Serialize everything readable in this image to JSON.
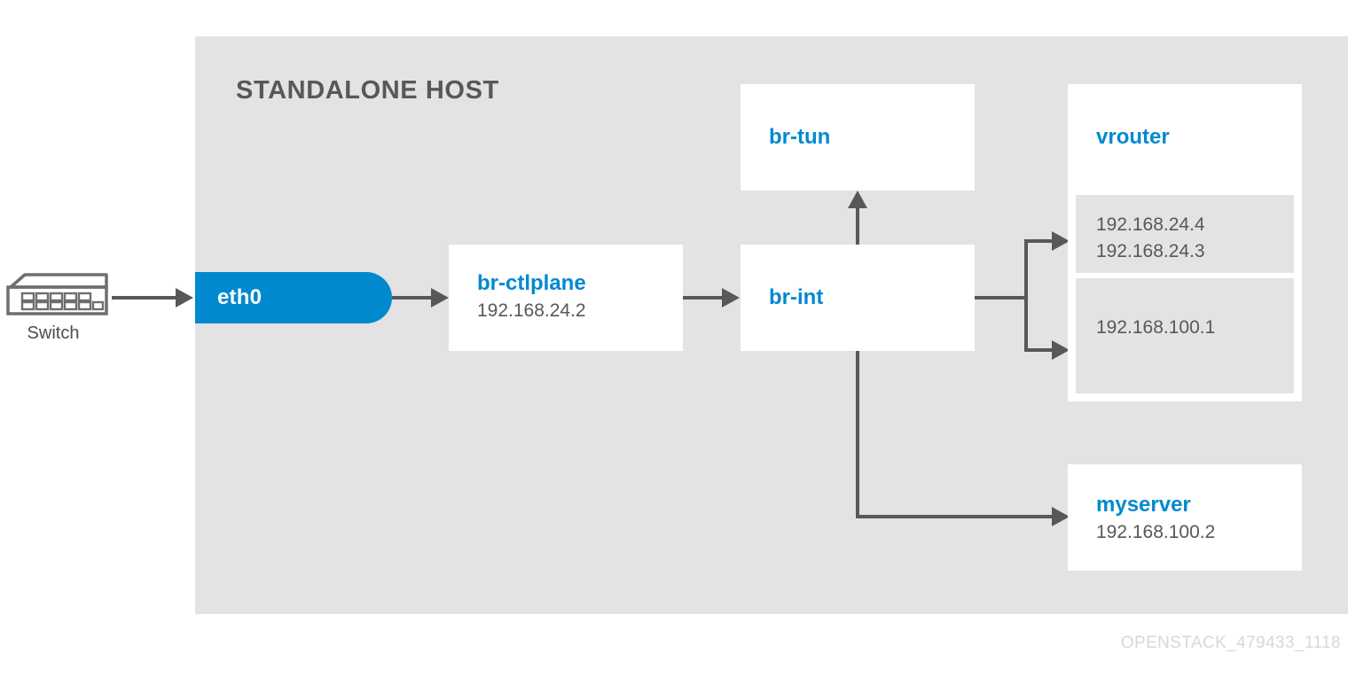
{
  "diagram": {
    "title": "STANDALONE HOST",
    "watermark": "OPENSTACK_479433_1118",
    "colors": {
      "panel_background": "#e3e3e3",
      "node_background": "#ffffff",
      "accent_blue": "#0089cf",
      "line_gray": "#58585a",
      "text_gray": "#58585a",
      "watermark_gray": "#d8d8d8",
      "page_background": "#ffffff"
    },
    "external": {
      "switch_label": "Switch",
      "switch_icon": "network-switch-icon"
    },
    "nodes": {
      "eth0": {
        "label": "eth0"
      },
      "br_ctlplane": {
        "title": "br-ctlplane",
        "ip": "192.168.24.2"
      },
      "br_tun": {
        "title": "br-tun"
      },
      "br_int": {
        "title": "br-int"
      },
      "vrouter": {
        "title": "vrouter",
        "slots": [
          {
            "ips": [
              "192.168.24.4",
              "192.168.24.3"
            ]
          },
          {
            "ips": [
              "192.168.100.1"
            ]
          }
        ]
      },
      "myserver": {
        "title": "myserver",
        "ip": "192.168.100.2"
      }
    },
    "connections": [
      {
        "from": "switch",
        "to": "eth0",
        "style": "arrow-right"
      },
      {
        "from": "eth0",
        "to": "br-ctlplane",
        "style": "arrow-right"
      },
      {
        "from": "br-ctlplane",
        "to": "br-int",
        "style": "arrow-right"
      },
      {
        "from": "br-int",
        "to": "br-tun",
        "style": "arrow-up"
      },
      {
        "from": "br-int",
        "to": "vrouter-slot-0",
        "style": "elbow-up-right"
      },
      {
        "from": "br-int",
        "to": "vrouter-slot-1",
        "style": "elbow-down-right"
      },
      {
        "from": "br-int",
        "to": "myserver",
        "style": "elbow-down-right"
      }
    ]
  }
}
